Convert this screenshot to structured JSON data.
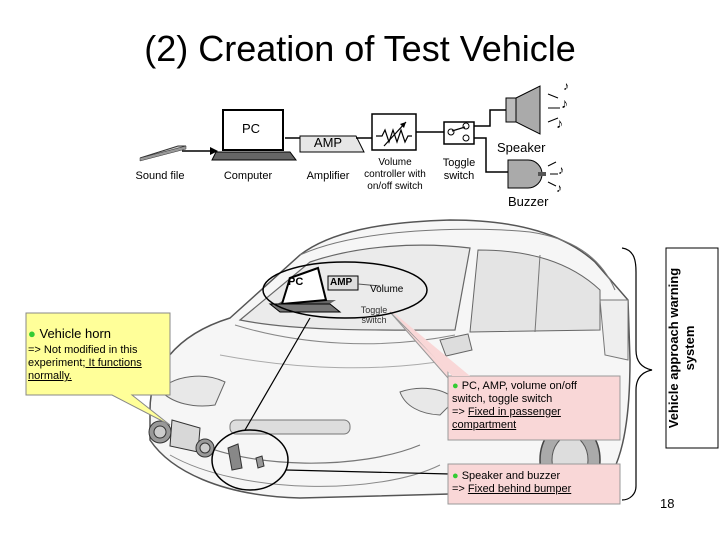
{
  "title": "(2) Creation of Test Vehicle",
  "chain": {
    "sound_file": "Sound file",
    "pc": "PC",
    "computer": "Computer",
    "amp": "AMP",
    "amplifier": "Amplifier",
    "volume": "Volume controller with on/off switch",
    "toggle": "Toggle switch",
    "speaker": "Speaker",
    "buzzer": "Buzzer"
  },
  "car_labels": {
    "pc": "PC",
    "amp": "AMP",
    "volume": "Volume",
    "toggle": "Toggle switch"
  },
  "callouts": {
    "horn_title": "Vehicle horn",
    "horn_line1": "=> Not modified in this",
    "horn_line2a": "experiment;",
    "horn_line2b": " It functions",
    "horn_line3": "normally.",
    "cabin_line1": "PC, AMP, volume on/off",
    "cabin_line2": "switch, toggle switch",
    "cabin_line3a": "=> ",
    "cabin_line3b": "Fixed in passenger",
    "cabin_line4": "compartment",
    "bumper_line1": "Speaker and buzzer",
    "bumper_line2a": "=> ",
    "bumper_line2b": "Fixed behind bumper"
  },
  "side_label": "Vehicle approach warning system",
  "page_number": "18",
  "colors": {
    "callout_fill": "#ffff99",
    "cabin_fill": "#f9d7d7",
    "bullet": "#33cc33",
    "device_gray": "#cccccc"
  }
}
